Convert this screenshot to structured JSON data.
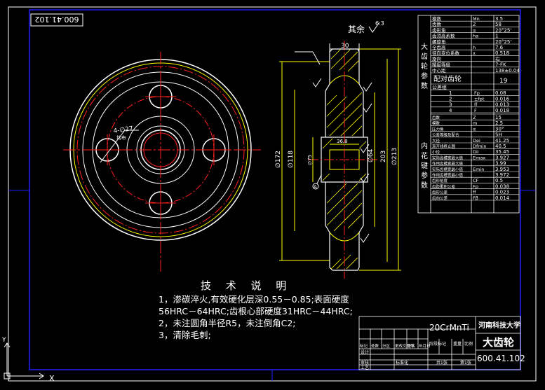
{
  "drawing": {
    "number_rotated": "600.41.102",
    "number": "600.41.102",
    "material": "20CrMnTi",
    "school": "河南科技大学",
    "part_name": "大齿轮",
    "roughness_rest": "其余",
    "roughness_rest_value": "6.3"
  },
  "front_view": {
    "hole_label": "4-∅27",
    "hole_sub": "均布"
  },
  "section_view": {
    "dim_top": "30",
    "dim_172": "∅172",
    "dim_118": "∅118",
    "dim_64": "∅64",
    "dim_203": "203",
    "dim_213": "∅213",
    "dim_36_8": "36.8",
    "dim_75": "∅75",
    "letter_a": "A"
  },
  "tech_notes": {
    "title": "技 术 说 明",
    "line1": "1，渗碳淬火,有效硬化层深0.55－0.85;表面硬度",
    "line2": "56HRC－64HRC;齿根心部硬度31HRC－44HRC;",
    "line3": "2，未注圆角半径R5，未注倒角C2;",
    "line4": "3，清除毛刺;"
  },
  "spec_table": {
    "group1_label": "大齿轮参数",
    "group2_label": "内花键参数",
    "rows_top": [
      {
        "name": "模数",
        "sym": "Mn",
        "val": "3.5"
      },
      {
        "name": "齿数",
        "sym": "Z",
        "val": "58"
      },
      {
        "name": "齿形角",
        "sym": "α",
        "val": "20°25'"
      },
      {
        "name": "齿顶高系数",
        "sym": "ha",
        "val": "1"
      },
      {
        "name": "螺旋角",
        "sym": "",
        "val": "20°25'"
      },
      {
        "name": "全齿高",
        "sym": "h",
        "val": "7.6"
      },
      {
        "name": "径向变位系数",
        "sym": "x",
        "val": "0.518"
      },
      {
        "name": "旋向",
        "sym": "",
        "val": "右"
      },
      {
        "name": "精度等级",
        "sym": "",
        "val": "7-FK"
      },
      {
        "name": "中心距",
        "sym": "",
        "val": "138±0.04"
      }
    ],
    "mate_label": "配对齿轮",
    "mate_val": "19",
    "tol_header": "公差组",
    "tol_rows": [
      {
        "idx": "1",
        "sym": "Fp",
        "val": "0.08"
      },
      {
        "idx": "2",
        "sym": "±fpt",
        "val": "0.016"
      },
      {
        "idx": "3",
        "sym": "ff",
        "val": "0.013"
      },
      {
        "idx": "4",
        "sym": "F",
        "val": "0.018"
      }
    ],
    "rows_bottom": [
      {
        "name": "齿数",
        "sym": "Z",
        "val": "15"
      },
      {
        "name": "模数",
        "sym": "m",
        "val": "2.5"
      },
      {
        "name": "压力角",
        "sym": "α",
        "val": "30°"
      },
      {
        "name": "公差等级及配合",
        "sym": "",
        "val": "5H"
      },
      {
        "name": "大径",
        "sym": "Dei",
        "val": "41.25"
      },
      {
        "name": "渐开线终止圆",
        "sym": "Dfmin",
        "val": "40.5"
      },
      {
        "name": "小径",
        "sym": "Dii",
        "val": "35.45"
      },
      {
        "name": "实际齿槽宽最大值",
        "sym": "Emax",
        "val": "3.927"
      },
      {
        "name": "作用齿槽宽最大值",
        "sym": "",
        "val": "3.99"
      },
      {
        "name": "实际齿槽宽最小值",
        "sym": "Emin",
        "val": "3.953"
      },
      {
        "name": "作用齿槽宽最小值",
        "sym": "",
        "val": "3.972"
      },
      {
        "name": "齿形裕度",
        "sym": "CF",
        "val": "0.5"
      },
      {
        "name": "齿距累积公差",
        "sym": "Fp",
        "val": "0.038"
      },
      {
        "name": "齿形公差",
        "sym": "ff",
        "val": "0.023"
      },
      {
        "name": "齿向公差",
        "sym": "Fβ",
        "val": "0.014"
      }
    ]
  },
  "title_block": {
    "labels_row": [
      "标记",
      "处数",
      "分区",
      "更改文件号",
      "签名",
      "年月日"
    ],
    "design": "设计",
    "standard": "标准化",
    "review": "审核",
    "process": "工艺",
    "stage": "阶段标记",
    "weight": "重量",
    "scale": "比例",
    "sheets": "共1张",
    "sheet_no": "第1张"
  },
  "ucs": {
    "x_label": "X",
    "y_label": "Y"
  },
  "colors": {
    "background": "#000000",
    "frame": "#ffffff",
    "border": "#2020ff",
    "part": "#ffff00",
    "center": "#ff2020",
    "hidden": "#c8a0a0",
    "text": "#ffffff"
  }
}
